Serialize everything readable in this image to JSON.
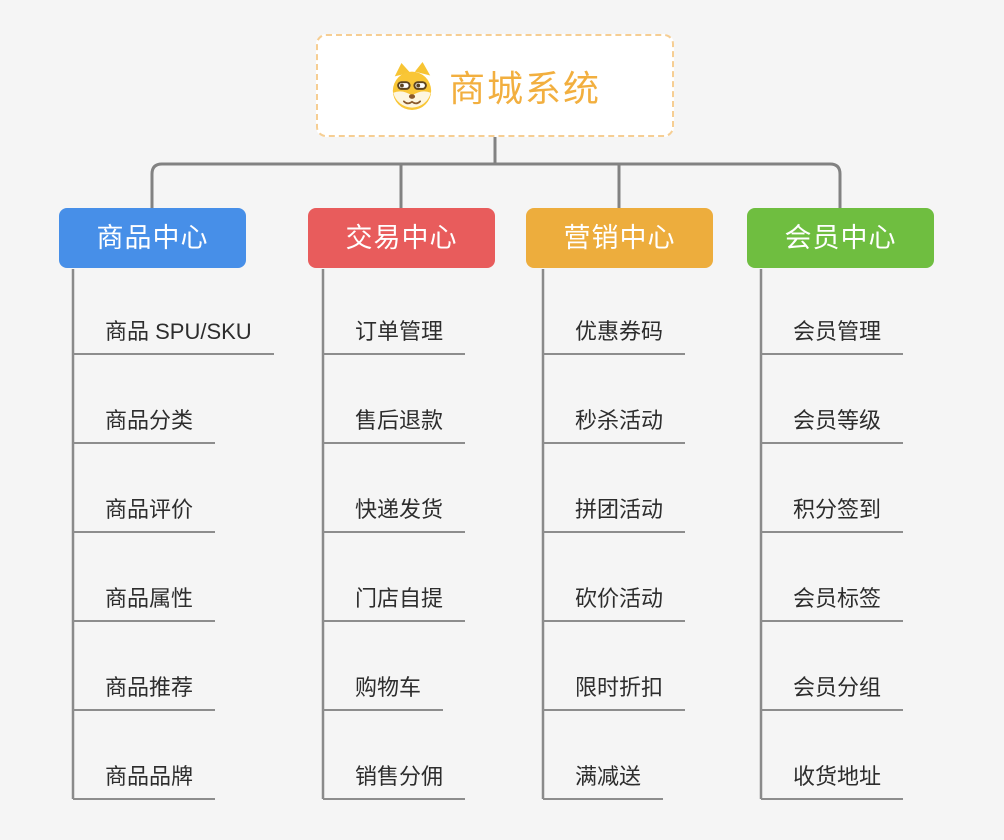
{
  "root": {
    "title": "商城系统",
    "icon": "doge-icon"
  },
  "branches": [
    {
      "label": "商品中心",
      "color": "#478fe8",
      "items": [
        "商品 SPU/SKU",
        "商品分类",
        "商品评价",
        "商品属性",
        "商品推荐",
        "商品品牌"
      ]
    },
    {
      "label": "交易中心",
      "color": "#e85c5c",
      "items": [
        "订单管理",
        "售后退款",
        "快递发货",
        "门店自提",
        "购物车",
        "销售分佣"
      ]
    },
    {
      "label": "营销中心",
      "color": "#edad3d",
      "items": [
        "优惠券码",
        "秒杀活动",
        "拼团活动",
        "砍价活动",
        "限时折扣",
        "满减送"
      ]
    },
    {
      "label": "会员中心",
      "color": "#6fbe40",
      "items": [
        "会员管理",
        "会员等级",
        "积分签到",
        "会员标签",
        "会员分组",
        "收货地址"
      ]
    }
  ],
  "palette": {
    "background": "#f5f5f5",
    "connector": "#828282",
    "underline": "#8d8d8d",
    "root_border": "#f6ce93",
    "root_text": "#f2af3f",
    "leaf_text": "#2d2d2d"
  }
}
